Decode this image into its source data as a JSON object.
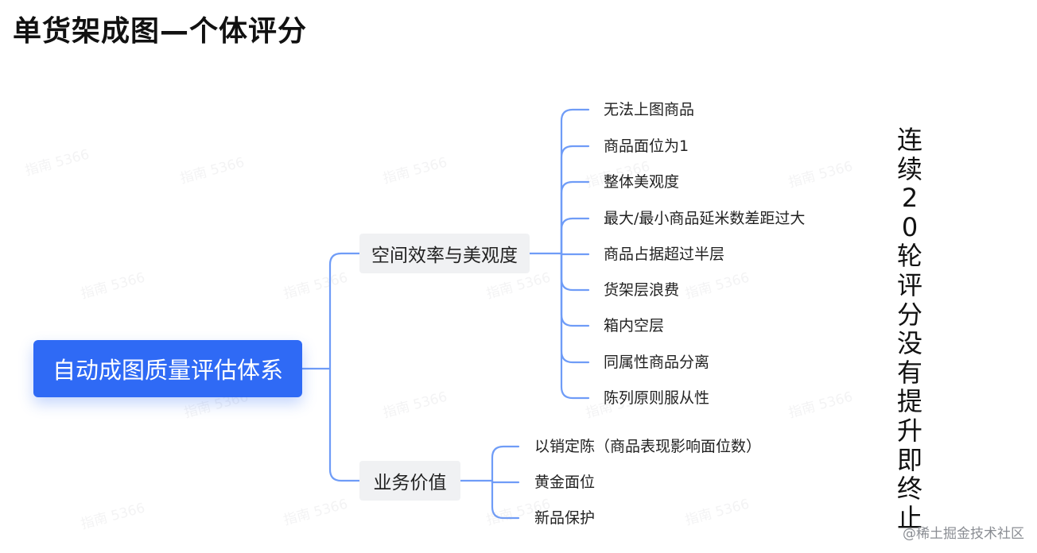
{
  "title": "单货架成图—个体评分",
  "root": {
    "label": "自动成图质量评估体系"
  },
  "branches": [
    {
      "label": "空间效率与美观度",
      "leaves": [
        "无法上图商品",
        "商品面位为1",
        "整体美观度",
        "最大/最小商品延米数差距过大",
        "商品占据超过半层",
        "货架层浪费",
        "箱内空层",
        "同属性商品分离",
        "陈列原则服从性"
      ]
    },
    {
      "label": "业务价值",
      "leaves": [
        "以销定陈（商品表现影响面位数）",
        "黄金面位",
        "新品保护"
      ]
    }
  ],
  "side_note": "连续20轮评分没有提升即终止",
  "footer": "@稀土掘金技术社区",
  "watermark": "指南 5366",
  "colors": {
    "accent": "#2f6af5",
    "connector": "#6f9cf7",
    "branch_bg": "#f0f1f3"
  }
}
